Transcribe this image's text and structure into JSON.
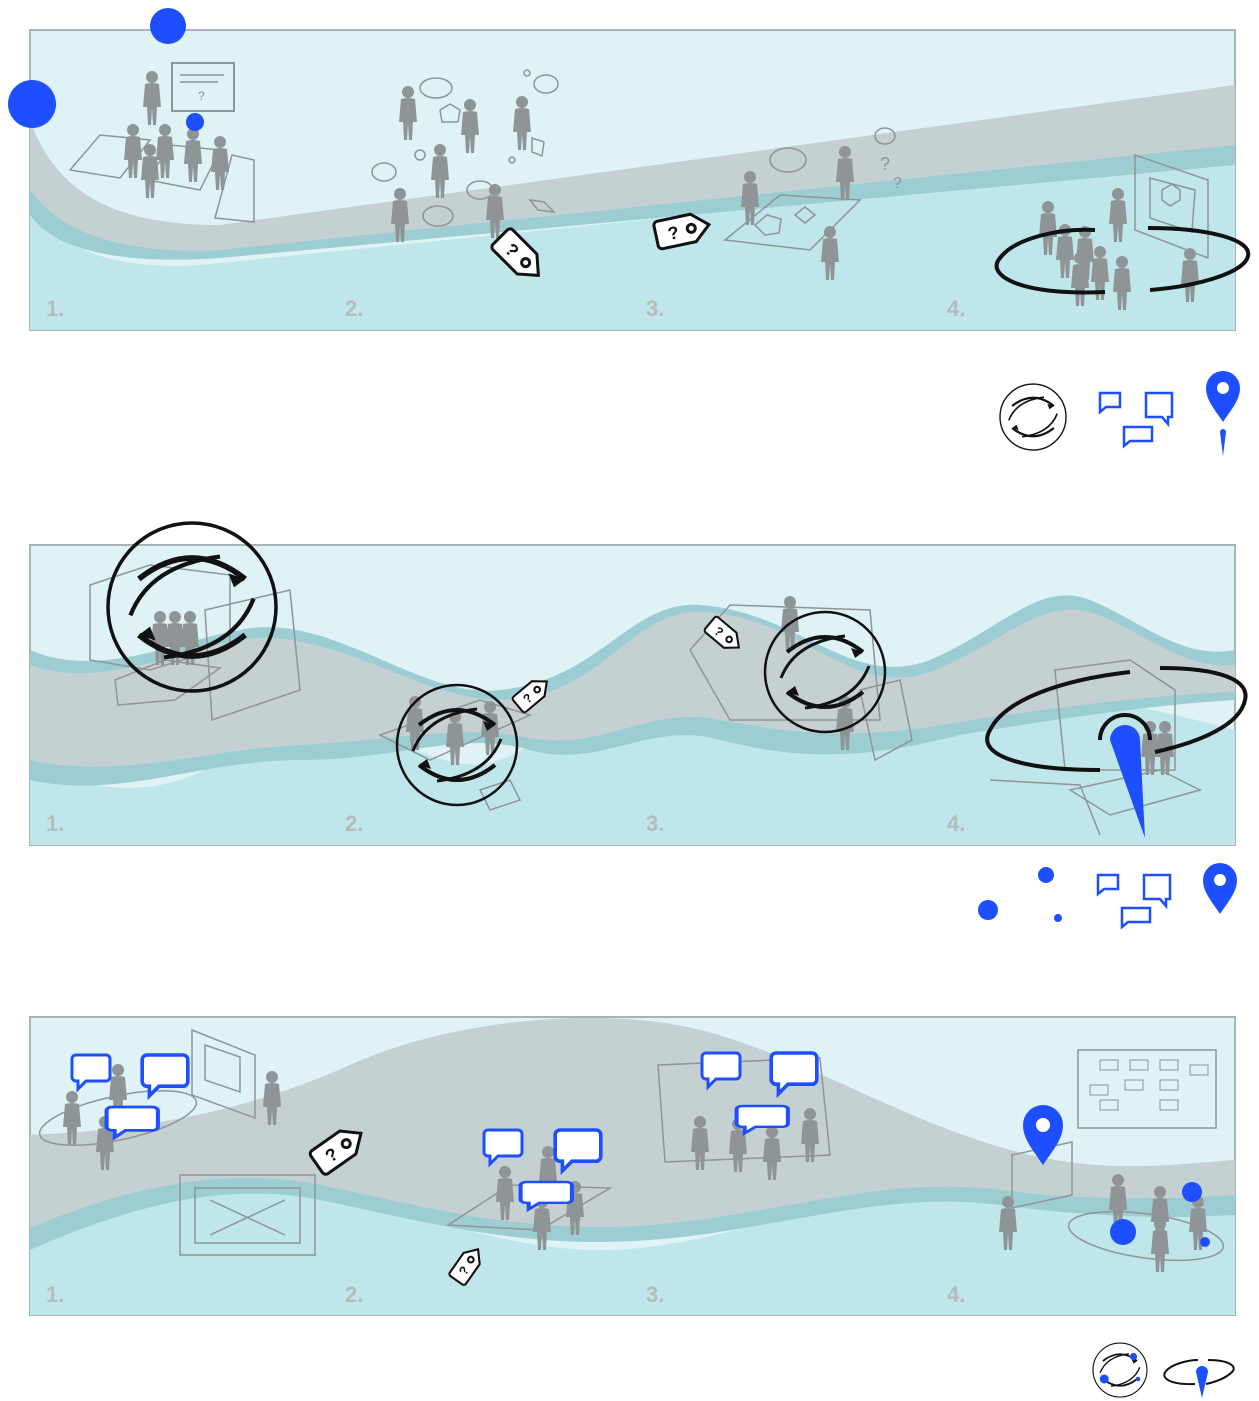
{
  "colors": {
    "panel_light": "#dff3f6",
    "river_grey": "#c5d0d2",
    "river_teal": "#9ccdd3",
    "lower_water": "#bfe6ea",
    "figure_grey": "#8f9597",
    "accent_blue": "#1e4fff",
    "ink": "#111111",
    "frame": "#a9b3b5",
    "number_grey": "#b4bcbe"
  },
  "panels": [
    {
      "stage_numbers": [
        "1.",
        "2.",
        "3.",
        "4."
      ]
    },
    {
      "stage_numbers": [
        "1.",
        "2.",
        "3.",
        "4."
      ]
    },
    {
      "stage_numbers": [
        "1.",
        "2.",
        "3.",
        "4."
      ]
    }
  ],
  "tags": {
    "mark": "?"
  },
  "icons": [
    "exchange-cycle-icon",
    "speech-bubbles-icon",
    "location-pin-icon",
    "blue-dots-icon",
    "question-tag-icon",
    "orbit-ring-icon"
  ]
}
